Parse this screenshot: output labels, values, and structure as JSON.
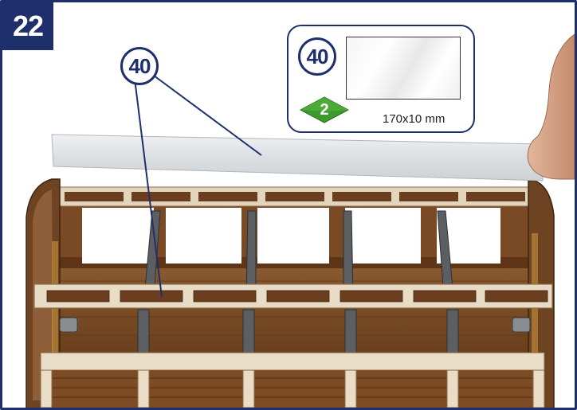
{
  "step": {
    "number": "22"
  },
  "part": {
    "number": "40",
    "quantity": "2",
    "dimensions": "170x10 mm",
    "quantity_icon": "green-diamond-icon"
  },
  "callouts": {
    "main_label": "40"
  },
  "colors": {
    "frame": "#1e2f6b",
    "badge_text": "#1e2f6b",
    "quantity_green": "#3e9a2c",
    "wood_dark": "#6b3e1f",
    "wood_light": "#e6d9c4"
  },
  "scene": {
    "description_icon": "wooden-carriage-model-photo"
  }
}
